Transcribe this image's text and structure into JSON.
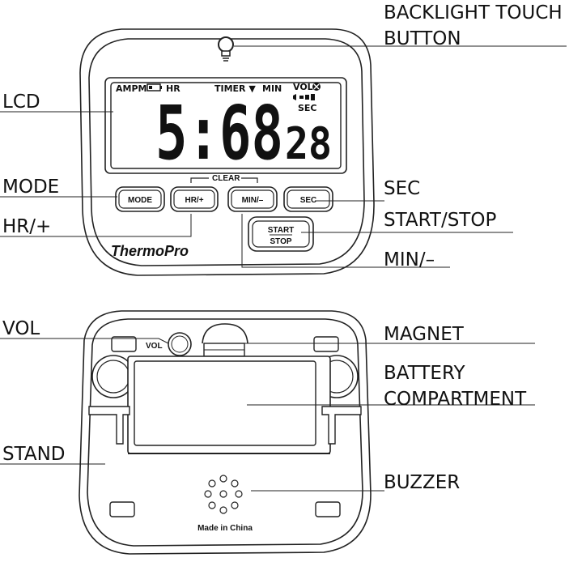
{
  "labels": {
    "backlight": [
      "BACKLIGHT TOUCH",
      "BUTTON"
    ],
    "lcd": "LCD",
    "mode": "MODE",
    "hr_plus": "HR/+",
    "sec": "SEC",
    "start_stop": "START/STOP",
    "min_minus": "MIN/–",
    "vol": "VOL",
    "magnet": "MAGNET",
    "battery": [
      "BATTERY",
      "COMPARTMENT"
    ],
    "stand": "STAND",
    "buzzer": "BUZZER"
  },
  "lcd": {
    "ampm": "AMPM",
    "hr": "HR",
    "timer": "TIMER ▼",
    "min": "MIN",
    "vol": "VOL",
    "sec": "SEC",
    "time": "5:68",
    "seconds": "28"
  },
  "buttons": {
    "clear": "CLEAR",
    "mode": "MODE",
    "hr_plus": "HR/+",
    "min_minus": "MIN/–",
    "sec": "SEC",
    "start": "START",
    "stop": "STOP"
  },
  "brand": "ThermoPro",
  "back": {
    "vol": "VOL",
    "made_in": "Made in China"
  }
}
